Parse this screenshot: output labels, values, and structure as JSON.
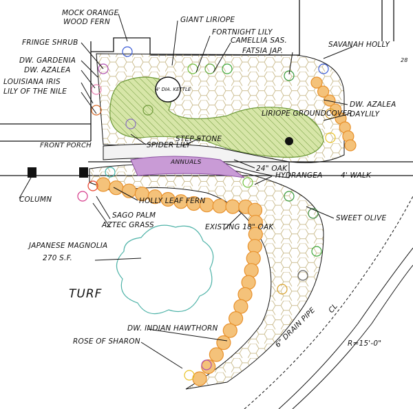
{
  "labels": {
    "mock_orange": "MOCK ORANGE",
    "wood_fern": "WOOD FERN",
    "giant_liriope": "GIANT LIRIOPE",
    "fortnight_lily": "FORTNIGHT LILY",
    "camellia_sas": "CAMELLIA SAS.",
    "fatsia_jap": "FATSIA JAP.",
    "savanah_holly": "SAVANAH HOLLY",
    "fringe_shrub": "FRINGE SHRUB",
    "dw_gardenia": "DW. GARDENIA",
    "dw_azalea_left": "DW. AZALEA",
    "louisiana_iris": "LOUISIANA IRIS",
    "lily_of_the_nile": "LILY OF THE NILE",
    "kettle": "4' DIA. KETTLE",
    "dw_azalea_right": "DW. AZALEA",
    "daylily": "DAYLILY",
    "liriope_groundcover": "LIRIOPE GROUNDCOVER",
    "step_stone": "STEP STONE",
    "spider_lily": "SPIDER LILY",
    "front_porch": "FRONT PORCH",
    "annuals": "ANNUALS",
    "oak_24": "24\" OAK",
    "hydrangea": "HYDRANGEA",
    "walk": "4' WALK",
    "column": "COLUMN",
    "holly_leaf_fern": "HOLLY LEAF FERN",
    "sweet_olive": "SWEET OLIVE",
    "sago_palm": "SAGO PALM",
    "aztec_grass": "AZTEC GRASS",
    "existing_oak": "EXISTING 18\" OAK",
    "japanese_magnolia": "JAPANESE MAGNOLIA",
    "area": "270 S.F.",
    "turf": "TURF",
    "dw_indian_hawthorn": "DW. INDIAN HAWTHORN",
    "rose_of_sharon": "ROSE OF SHARON",
    "drain_pipe": "6\" DRAIN PIPE",
    "centerline": "CL",
    "radius": "R=15'-0\"",
    "corner_mark": "28"
  },
  "colors": {
    "liriope_fill": "#d7e6a8",
    "liriope_hatch": "#6f9a3a",
    "paver_border": "#f4c27a",
    "paver_outline": "#e8902a",
    "paver_ring": "#ea8d2c",
    "annuals_fill": "#c99bd6",
    "hex_outline": "#c8b98a",
    "tree_outline": "#4fb3a8",
    "ink": "#111111"
  }
}
